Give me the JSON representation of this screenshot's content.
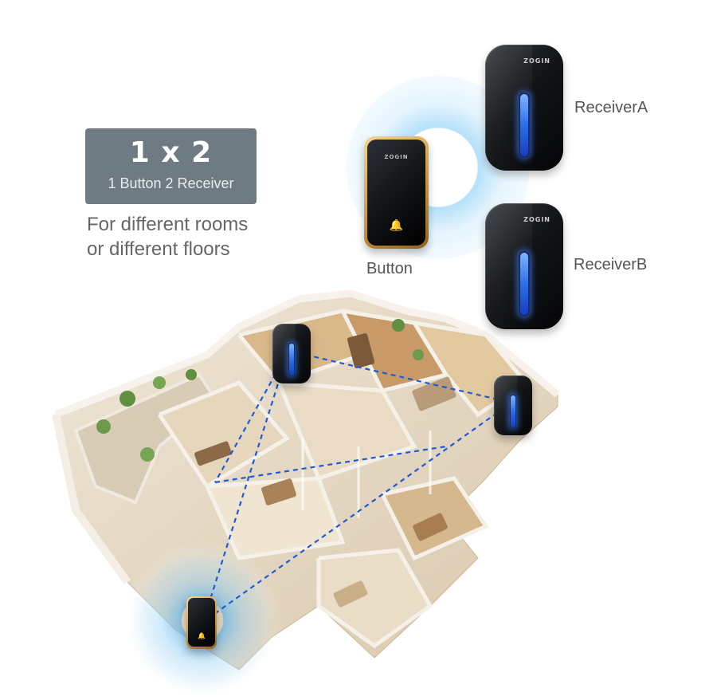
{
  "badge": {
    "ratio": "1 x 2",
    "subtitle": "1 Button 2 Receiver"
  },
  "description": {
    "line1": "For different rooms",
    "line2": "or different floors"
  },
  "devices": {
    "button_label": "Button",
    "receiver_a_label": "ReceiverA",
    "receiver_b_label": "ReceiverB",
    "brand": "ZOGIN",
    "bell_icon": "bell-icon"
  },
  "colors": {
    "badge_bg": "#6f7b82",
    "signal_line": "#1e5bd6",
    "led_blue": "#2b6fe8",
    "button_gold": "#c8963f",
    "wave_blue": "#7fc6f2"
  }
}
